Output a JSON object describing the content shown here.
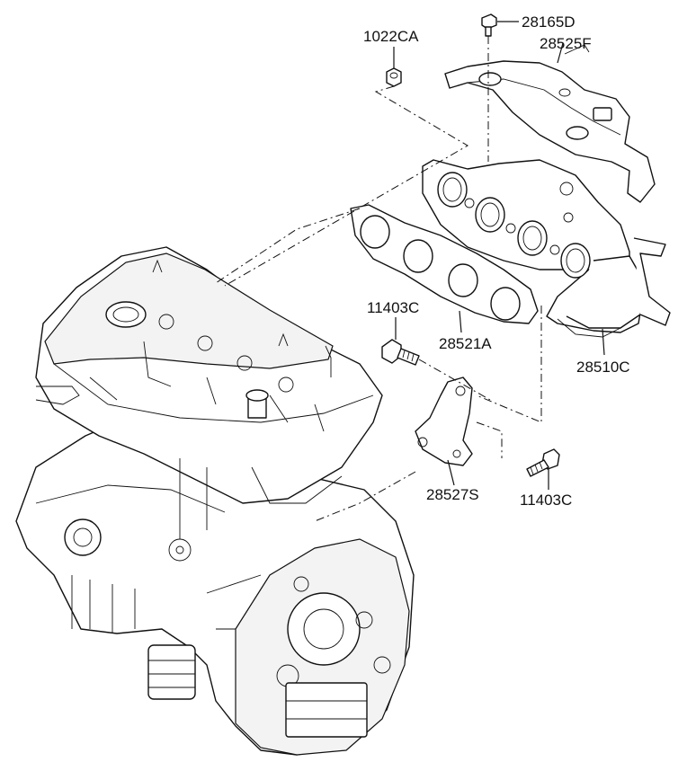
{
  "parts": [
    {
      "id": "p1022CA",
      "label": "1022CA"
    },
    {
      "id": "p28165D",
      "label": "28165D"
    },
    {
      "id": "p28525F",
      "label": "28525F"
    },
    {
      "id": "p11403C_a",
      "label": "11403C"
    },
    {
      "id": "p28521A",
      "label": "28521A"
    },
    {
      "id": "p28510C",
      "label": "28510C"
    },
    {
      "id": "p28527S",
      "label": "28527S"
    },
    {
      "id": "p11403C_b",
      "label": "11403C"
    }
  ]
}
